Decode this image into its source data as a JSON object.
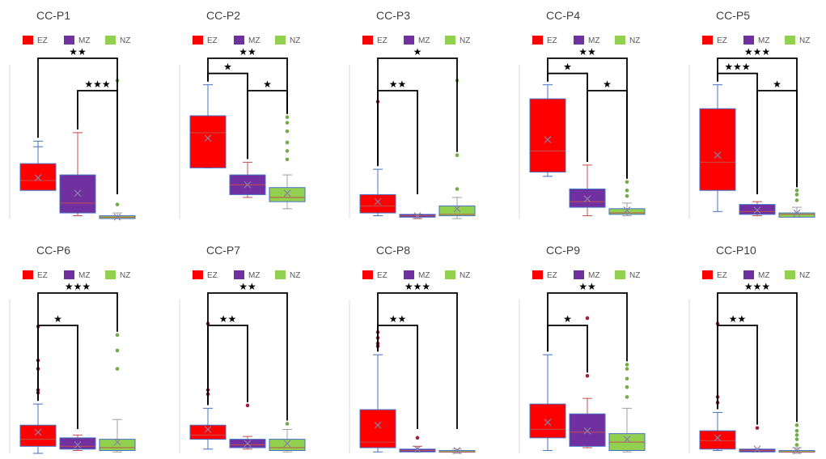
{
  "colors": {
    "EZ": "#ff0000",
    "MZ": "#7030a0",
    "NZ": "#92d050",
    "whisker": {
      "EZ": "#4472c4",
      "MZ": "#c0504d",
      "NZ": "#a0a0a0"
    },
    "outlier": {
      "EZ": "#a0203a",
      "MZ": "#a0203a",
      "NZ": "#70ad47"
    }
  },
  "legend": [
    "EZ",
    "MZ",
    "NZ"
  ],
  "chart_data": [
    {
      "type": "box",
      "title": "CC-P1",
      "ylim": [
        0,
        100
      ],
      "groups": [
        {
          "name": "EZ",
          "min": 51,
          "q1": 20,
          "median": 27,
          "q3": 39,
          "max": 55,
          "mean": 29,
          "outliers": []
        },
        {
          "name": "MZ",
          "min": 2,
          "q1": 4,
          "median": 11,
          "q3": 31,
          "max": 61,
          "mean": 18,
          "outliers": []
        },
        {
          "name": "NZ",
          "min": 0,
          "q1": 0,
          "median": 1,
          "q3": 2,
          "max": 4,
          "mean": 1,
          "outliers": [
            10,
            98
          ]
        }
      ],
      "significance": [
        {
          "from": "EZ",
          "to": "NZ",
          "stars": "★★"
        },
        {
          "from": "MZ",
          "to": "NZ",
          "stars": "★★★"
        }
      ]
    },
    {
      "type": "box",
      "title": "CC-P2",
      "ylim": [
        0,
        100
      ],
      "groups": [
        {
          "name": "EZ",
          "min": 36,
          "q1": 36,
          "median": 61,
          "q3": 73,
          "max": 95,
          "mean": 57,
          "outliers": []
        },
        {
          "name": "MZ",
          "min": 15,
          "q1": 17,
          "median": 24,
          "q3": 31,
          "max": 40,
          "mean": 24,
          "outliers": []
        },
        {
          "name": "NZ",
          "min": 7,
          "q1": 12,
          "median": 15,
          "q3": 22,
          "max": 31,
          "mean": 18,
          "outliers": [
            42,
            48,
            54,
            62,
            68,
            72
          ]
        }
      ],
      "significance": [
        {
          "from": "EZ",
          "to": "MZ",
          "stars": "★"
        },
        {
          "from": "MZ",
          "to": "NZ",
          "stars": "★"
        },
        {
          "from": "EZ",
          "to": "NZ",
          "stars": "★★"
        }
      ]
    },
    {
      "type": "box",
      "title": "CC-P3",
      "ylim": [
        0,
        100
      ],
      "groups": [
        {
          "name": "EZ",
          "min": 2,
          "q1": 4,
          "median": 9,
          "q3": 17,
          "max": 35,
          "mean": 12,
          "outliers": [
            83
          ]
        },
        {
          "name": "MZ",
          "min": 0,
          "q1": 1,
          "median": 2,
          "q3": 3,
          "max": 3,
          "mean": 2,
          "outliers": []
        },
        {
          "name": "NZ",
          "min": 0,
          "q1": 2,
          "median": 3,
          "q3": 9,
          "max": 15,
          "mean": 7,
          "outliers": [
            21,
            45,
            98
          ]
        }
      ],
      "significance": [
        {
          "from": "EZ",
          "to": "MZ",
          "stars": "★★"
        },
        {
          "from": "EZ",
          "to": "NZ",
          "stars": "★"
        }
      ]
    },
    {
      "type": "box",
      "title": "CC-P4",
      "ylim": [
        0,
        100
      ],
      "groups": [
        {
          "name": "EZ",
          "min": 30,
          "q1": 33,
          "median": 48,
          "q3": 85,
          "max": 95,
          "mean": 56,
          "outliers": []
        },
        {
          "name": "MZ",
          "min": 2,
          "q1": 8,
          "median": 12,
          "q3": 21,
          "max": 38,
          "mean": 14,
          "outliers": []
        },
        {
          "name": "NZ",
          "min": 2,
          "q1": 3,
          "median": 4,
          "q3": 7,
          "max": 11,
          "mean": 6,
          "outliers": [
            16,
            20,
            26
          ]
        }
      ],
      "significance": [
        {
          "from": "EZ",
          "to": "MZ",
          "stars": "★"
        },
        {
          "from": "MZ",
          "to": "NZ",
          "stars": "★"
        },
        {
          "from": "EZ",
          "to": "NZ",
          "stars": "★★"
        }
      ]
    },
    {
      "type": "box",
      "title": "CC-P5",
      "ylim": [
        0,
        100
      ],
      "groups": [
        {
          "name": "EZ",
          "min": 5,
          "q1": 20,
          "median": 40,
          "q3": 78,
          "max": 95,
          "mean": 45,
          "outliers": []
        },
        {
          "name": "MZ",
          "min": 2,
          "q1": 3,
          "median": 5,
          "q3": 10,
          "max": 12,
          "mean": 6,
          "outliers": []
        },
        {
          "name": "NZ",
          "min": 1,
          "q1": 1,
          "median": 3,
          "q3": 4,
          "max": 8,
          "mean": 4,
          "outliers": [
            13,
            17,
            20
          ]
        }
      ],
      "significance": [
        {
          "from": "EZ",
          "to": "MZ",
          "stars": "★★★"
        },
        {
          "from": "MZ",
          "to": "NZ",
          "stars": "★"
        },
        {
          "from": "EZ",
          "to": "NZ",
          "stars": "★★★"
        }
      ]
    },
    {
      "type": "box",
      "title": "CC-P6",
      "ylim": [
        0,
        100
      ],
      "groups": [
        {
          "name": "EZ",
          "min": 0,
          "q1": 5,
          "median": 10,
          "q3": 20,
          "max": 35,
          "mean": 15,
          "outliers": [
            43,
            45,
            60,
            66,
            90
          ]
        },
        {
          "name": "MZ",
          "min": 2,
          "q1": 3,
          "median": 5,
          "q3": 11,
          "max": 13,
          "mean": 6,
          "outliers": []
        },
        {
          "name": "NZ",
          "min": 1,
          "q1": 2,
          "median": 4,
          "q3": 10,
          "max": 24,
          "mean": 8,
          "outliers": [
            60,
            73,
            84
          ]
        }
      ],
      "significance": [
        {
          "from": "EZ",
          "to": "MZ",
          "stars": "★"
        },
        {
          "from": "EZ",
          "to": "NZ",
          "stars": "★★★"
        }
      ]
    },
    {
      "type": "box",
      "title": "CC-P7",
      "ylim": [
        0,
        100
      ],
      "groups": [
        {
          "name": "EZ",
          "min": 3,
          "q1": 10,
          "median": 13,
          "q3": 20,
          "max": 32,
          "mean": 17,
          "outliers": [
            42,
            45,
            92
          ]
        },
        {
          "name": "MZ",
          "min": 3,
          "q1": 4,
          "median": 6,
          "q3": 10,
          "max": 12,
          "mean": 7,
          "outliers": [
            34
          ]
        },
        {
          "name": "NZ",
          "min": 1,
          "q1": 2,
          "median": 4,
          "q3": 10,
          "max": 17,
          "mean": 7,
          "outliers": [
            21
          ]
        }
      ],
      "significance": [
        {
          "from": "EZ",
          "to": "MZ",
          "stars": "★★"
        },
        {
          "from": "EZ",
          "to": "NZ",
          "stars": "★★"
        }
      ]
    },
    {
      "type": "box",
      "title": "CC-P8",
      "ylim": [
        0,
        100
      ],
      "groups": [
        {
          "name": "EZ",
          "min": 1,
          "q1": 4,
          "median": 8,
          "q3": 31,
          "max": 70,
          "mean": 20,
          "outliers": [
            76,
            78,
            82,
            86
          ]
        },
        {
          "name": "MZ",
          "min": 1,
          "q1": 1,
          "median": 2,
          "q3": 3,
          "max": 5,
          "mean": 3,
          "outliers": [
            11
          ]
        },
        {
          "name": "NZ",
          "min": 0,
          "q1": 1,
          "median": 1,
          "q3": 2,
          "max": 3,
          "mean": 2,
          "outliers": []
        }
      ],
      "significance": [
        {
          "from": "EZ",
          "to": "MZ",
          "stars": "★★"
        },
        {
          "from": "EZ",
          "to": "NZ",
          "stars": "★★★"
        }
      ]
    },
    {
      "type": "box",
      "title": "CC-P9",
      "ylim": [
        0,
        100
      ],
      "groups": [
        {
          "name": "EZ",
          "min": 2,
          "q1": 11,
          "median": 17,
          "q3": 35,
          "max": 70,
          "mean": 22,
          "outliers": []
        },
        {
          "name": "MZ",
          "min": 4,
          "q1": 5,
          "median": 15,
          "q3": 28,
          "max": 39,
          "mean": 16,
          "outliers": [
            55,
            96
          ]
        },
        {
          "name": "NZ",
          "min": 1,
          "q1": 2,
          "median": 8,
          "q3": 14,
          "max": 32,
          "mean": 10,
          "outliers": [
            40,
            47,
            53,
            60,
            63
          ]
        }
      ],
      "significance": [
        {
          "from": "EZ",
          "to": "MZ",
          "stars": "★"
        },
        {
          "from": "EZ",
          "to": "NZ",
          "stars": "★★"
        }
      ]
    },
    {
      "type": "box",
      "title": "CC-P10",
      "ylim": [
        0,
        100
      ],
      "groups": [
        {
          "name": "EZ",
          "min": 2,
          "q1": 3,
          "median": 9,
          "q3": 16,
          "max": 29,
          "mean": 11,
          "outliers": [
            36,
            40,
            92
          ]
        },
        {
          "name": "MZ",
          "min": 1,
          "q1": 1,
          "median": 2,
          "q3": 3,
          "max": 3,
          "mean": 3,
          "outliers": [
            18
          ]
        },
        {
          "name": "NZ",
          "min": 0,
          "q1": 1,
          "median": 1,
          "q3": 2,
          "max": 4,
          "mean": 2,
          "outliers": [
            6,
            10,
            13,
            16,
            20
          ]
        }
      ],
      "significance": [
        {
          "from": "EZ",
          "to": "MZ",
          "stars": "★★"
        },
        {
          "from": "EZ",
          "to": "NZ",
          "stars": "★★★"
        }
      ]
    }
  ]
}
